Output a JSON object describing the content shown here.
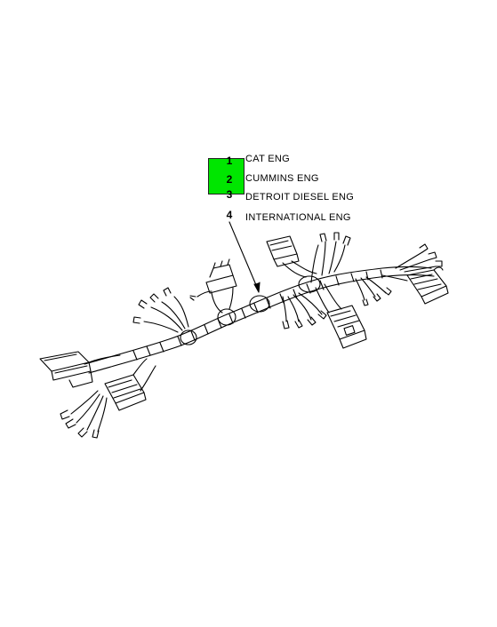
{
  "highlight_color": "#00e600",
  "callouts": [
    {
      "number": "1",
      "label": "CAT ENG"
    },
    {
      "number": "2",
      "label": "CUMMINS ENG"
    },
    {
      "number": "3",
      "label": "DETROIT DIESEL ENG"
    },
    {
      "number": "4",
      "label": "INTERNATIONAL ENG"
    }
  ],
  "highlighted_callout": "2",
  "illustration": "engine-wiring-harness"
}
